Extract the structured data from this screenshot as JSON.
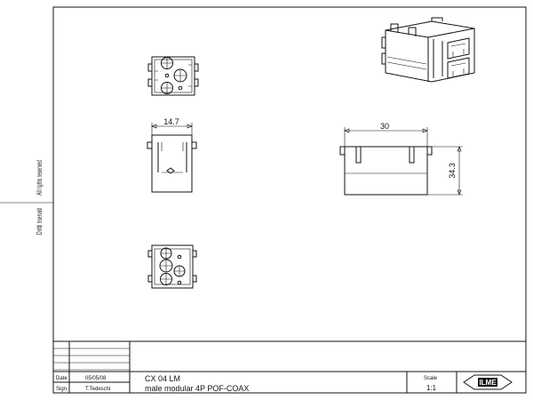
{
  "side_margin": {
    "rights_english": "All rights reserved",
    "rights_italian": "Diritti riservati"
  },
  "dimensions": {
    "width_small": "14.7",
    "width_large": "30",
    "height_large": "34.3"
  },
  "title_block": {
    "date_label": "Date",
    "date_value": "05/05/08",
    "sign_label": "Sign.",
    "sign_value": "T.Tedeschi",
    "code": "CX 04 LM",
    "description": "male modular 4P POF-COAX",
    "scale_label": "Scale",
    "scale_value": "1:1",
    "logo_text": "ILME"
  }
}
